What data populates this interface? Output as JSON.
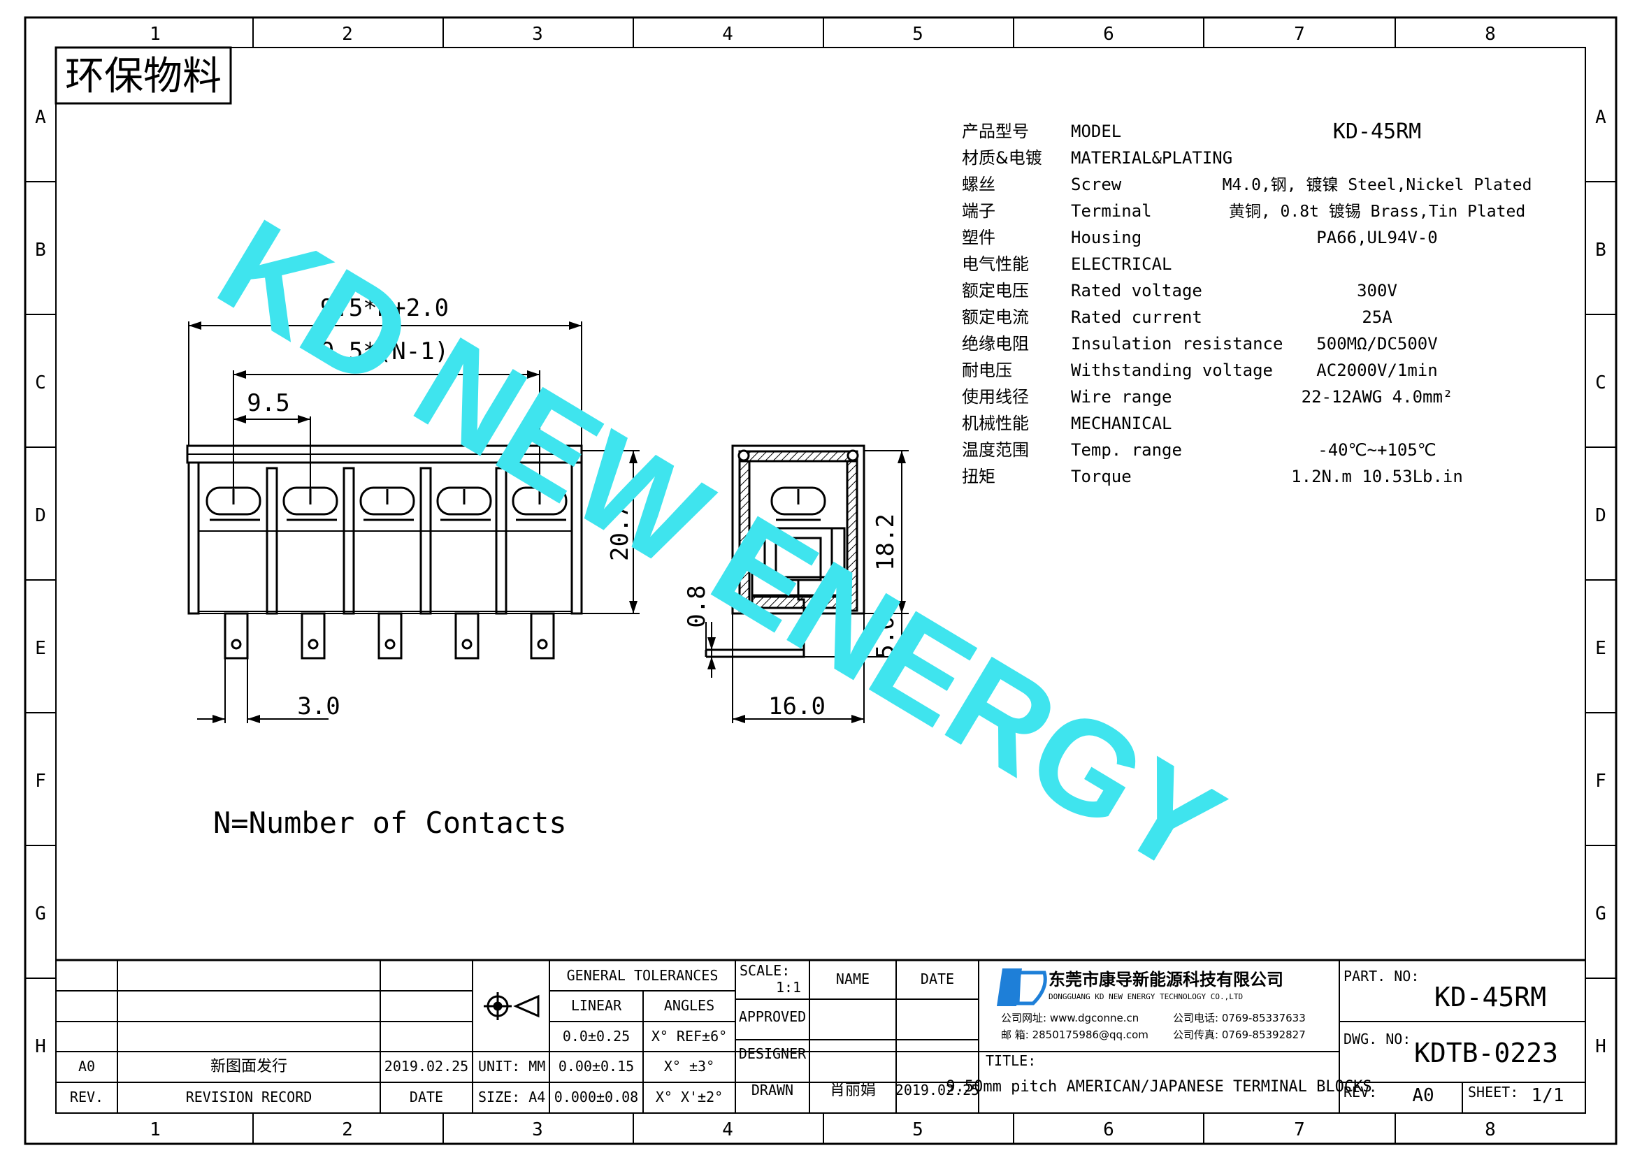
{
  "stamp": "环保物料",
  "watermark": "KD NEW ENERGY",
  "grid": {
    "cols": [
      "1",
      "2",
      "3",
      "4",
      "5",
      "6",
      "7",
      "8"
    ],
    "rows": [
      "A",
      "B",
      "C",
      "D",
      "E",
      "F",
      "G",
      "H"
    ]
  },
  "dims": {
    "overall": "9.5*N+2.0",
    "pitch_span": "9.5*(N-1)",
    "pitch": "9.5",
    "height": "20.7",
    "pin_width": "3.0",
    "side_thickness": "0.8",
    "side_width": "16.0",
    "side_height": "18.2",
    "pin_length": "5.0"
  },
  "note": "N=Number of Contacts",
  "specs": [
    {
      "cn": "产品型号",
      "en": "MODEL",
      "val": "KD-45RM"
    },
    {
      "cn": "材质&电镀",
      "en": "MATERIAL&PLATING",
      "val": ""
    },
    {
      "cn": "螺丝",
      "en": "Screw",
      "val": "M4.0,钢, 镀镍 Steel,Nickel Plated"
    },
    {
      "cn": "端子",
      "en": "Terminal",
      "val": "黄铜, 0.8t 镀锡 Brass,Tin Plated"
    },
    {
      "cn": "塑件",
      "en": "Housing",
      "val": "PA66,UL94V-0"
    },
    {
      "cn": "电气性能",
      "en": "ELECTRICAL",
      "val": ""
    },
    {
      "cn": "额定电压",
      "en": "Rated voltage",
      "val": "300V"
    },
    {
      "cn": "额定电流",
      "en": "Rated current",
      "val": "25A"
    },
    {
      "cn": "绝缘电阻",
      "en": "Insulation resistance",
      "val": "500MΩ/DC500V"
    },
    {
      "cn": "耐电压",
      "en": "Withstanding voltage",
      "val": "AC2000V/1min"
    },
    {
      "cn": "使用线径",
      "en": "Wire range",
      "val": "22-12AWG 4.0mm²"
    },
    {
      "cn": "机械性能",
      "en": "MECHANICAL",
      "val": ""
    },
    {
      "cn": "温度范围",
      "en": "Temp. range",
      "val": "-40℃~+105℃"
    },
    {
      "cn": "扭矩",
      "en": "Torque",
      "val": "1.2N.m  10.53Lb.in"
    }
  ],
  "title_block": {
    "rev_code": "A0",
    "rev_desc": "新图面发行",
    "rev_date": "2019.02.25",
    "rev_header": "REV.",
    "record_header": "REVISION RECORD",
    "date_header": "DATE",
    "unit": "UNIT: MM",
    "size": "SIZE: A4",
    "tol_header": "GENERAL TOLERANCES",
    "linear": "LINEAR",
    "angles": "ANGLES",
    "tol1": "0.0±0.25",
    "tol2": "0.00±0.15",
    "tol3": "0.000±0.08",
    "ang1": "X° REF±6°",
    "ang2": "X° ±3°",
    "ang3": "X° X'±2°",
    "scale_label": "SCALE:",
    "scale_val": "1:1",
    "name_header": "NAME",
    "date_col_header": "DATE",
    "approved": "APPROVED",
    "designer": "DESIGNER",
    "drawn": "DRAWN",
    "drawn_name": "肖丽娟",
    "drawn_date": "2019.02.25",
    "company_cn": "东莞市康导新能源科技有限公司",
    "company_en": "DONGGUANG KD NEW ENERGY TECHNOLOGY CO.,LTD",
    "website": "公司网址: www.dgconne.cn",
    "phone": "公司电话: 0769-85337633",
    "email": "邮    箱: 2850175986@qq.com",
    "fax": "公司传真: 0769-85392827",
    "title_label": "TITLE:",
    "title_text": "9.50mm pitch AMERICAN/JAPANESE TERMINAL BLOCKS",
    "part_label": "PART. NO:",
    "part_no": "KD-45RM",
    "dwg_label": "DWG. NO:",
    "dwg_no": "KDTB-0223",
    "rev_label": "REV:",
    "rev_val": "A0",
    "sheet_label": "SHEET:",
    "sheet_val": "1/1"
  },
  "colors": {
    "watermark": "#3fe4ee",
    "line": "#000000",
    "logo": "#1e7fd8"
  }
}
